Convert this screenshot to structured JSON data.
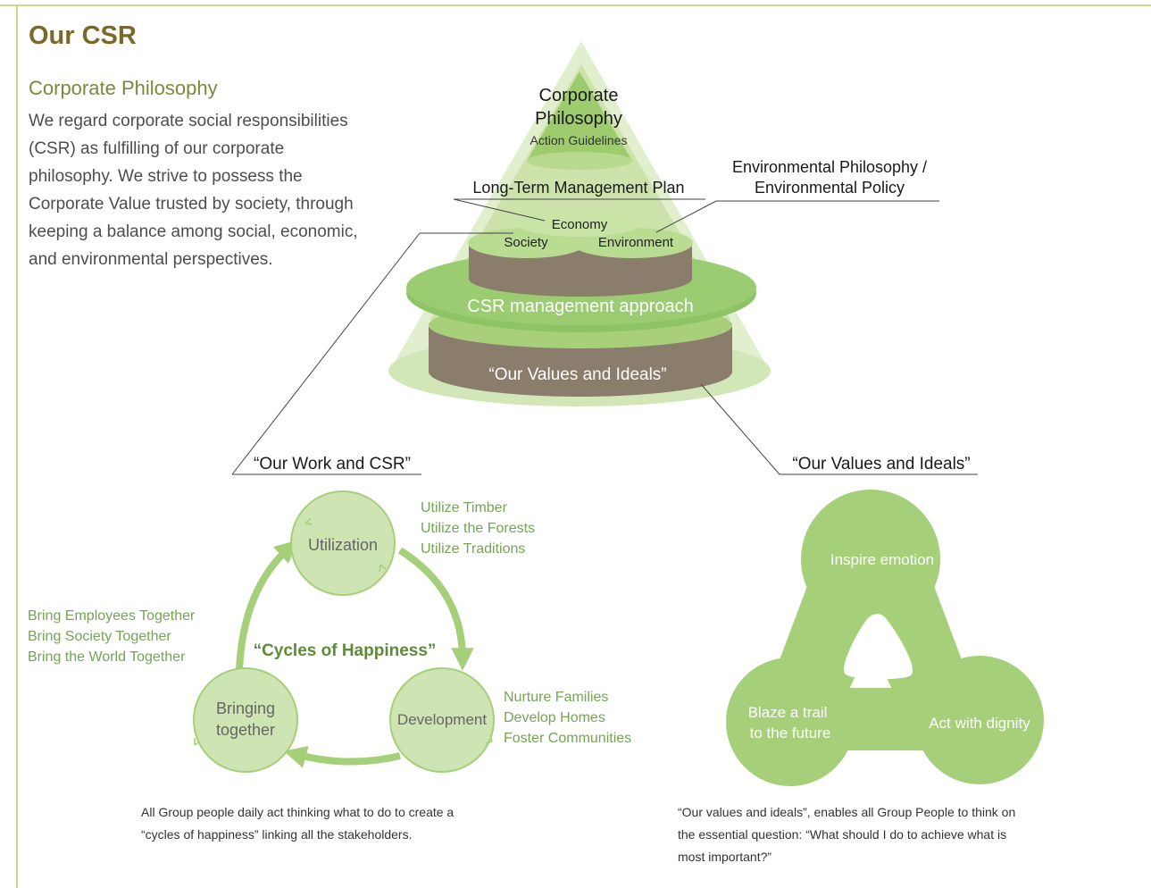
{
  "header": {
    "title": "Our CSR",
    "section_title": "Corporate Philosophy",
    "intro_text": "We regard corporate social responsibilities (CSR) as fulfilling of our corporate philosophy. We strive to possess the Corporate Value trusted by society, through keeping a balance among social, economic, and environmental perspectives."
  },
  "pyramid": {
    "apex_line1": "Corporate",
    "apex_line2": "Philosophy",
    "apex_sub": "Action Guidelines",
    "long_term_plan": "Long-Term Management Plan",
    "env_line1": "Environmental Philosophy /",
    "env_line2": "Environmental Policy",
    "economy": "Economy",
    "society": "Society",
    "environment": "Environment",
    "csr_approach": "CSR management approach",
    "values_base": "“Our Values and Ideals”"
  },
  "cycles": {
    "heading": "“Our Work and CSR”",
    "center_label": "“Cycles of Happiness”",
    "node_utilization": "Utilization",
    "node_development": "Development",
    "node_bringing_line1": "Bringing",
    "node_bringing_line2": "together",
    "utilize_items": [
      "Utilize Timber",
      "Utilize the Forests",
      "Utilize Traditions"
    ],
    "develop_items": [
      "Nurture Families",
      "Develop Homes",
      "Foster Communities"
    ],
    "bring_items": [
      "Bring Employees Together",
      "Bring Society Together",
      "Bring the World Together"
    ],
    "caption_line1": "All Group people daily act thinking what to do to create a",
    "caption_line2": "“cycles of happiness” linking all the stakeholders."
  },
  "values": {
    "heading": "“Our Values and Ideals”",
    "inspire": "Inspire emotion",
    "blaze_line1": "Blaze a trail",
    "blaze_line2": "to the future",
    "dignity": "Act with dignity",
    "caption_line1": "“Our values and ideals”, enables all Group People to think on",
    "caption_line2": "the essential question: “What should I do to achieve what is",
    "caption_line3": "most important?”"
  },
  "colors": {
    "title_brown": "#7a6a2a",
    "accent_green": "#76a356",
    "light_green": "#a5cf78",
    "pale_green": "#cfe4b3",
    "trunk_brown": "#8a7c6a"
  }
}
